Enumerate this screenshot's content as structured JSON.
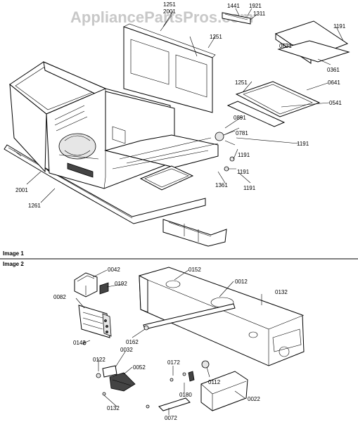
{
  "watermark": "AppliancePartsPros.com",
  "sections": {
    "image1": "Image 1",
    "image2": "Image 2"
  },
  "image1_labels": {
    "p1441": "1441",
    "p1921": "1921",
    "p1311": "1311",
    "p1251a": "1251",
    "p2001a": "2001",
    "p1251b": "1251",
    "p1191a": "1191",
    "p0631": "0631",
    "p0361": "0361",
    "p1251c": "1251",
    "p0641": "0641",
    "p0891": "0891",
    "p0541": "0541",
    "p0781": "0781",
    "p1191b": "1191",
    "p1191c": "1191",
    "p1191d": "1191",
    "p1361": "1361",
    "p1191e": "1191",
    "p2001b": "2001",
    "p1261": "1261"
  },
  "image2_labels": {
    "p0042": "0042",
    "p0152": "0152",
    "p0192": "0192",
    "p0012": "0012",
    "p0082": "0082",
    "p0132a": "0132",
    "p0162": "0162",
    "p0142": "0142",
    "p0032": "0032",
    "p0122": "0122",
    "p0052": "0052",
    "p0172": "0172",
    "p0112": "0112",
    "p0180": "0180",
    "p0022": "0022",
    "p0132b": "0132",
    "p0072": "0072"
  }
}
